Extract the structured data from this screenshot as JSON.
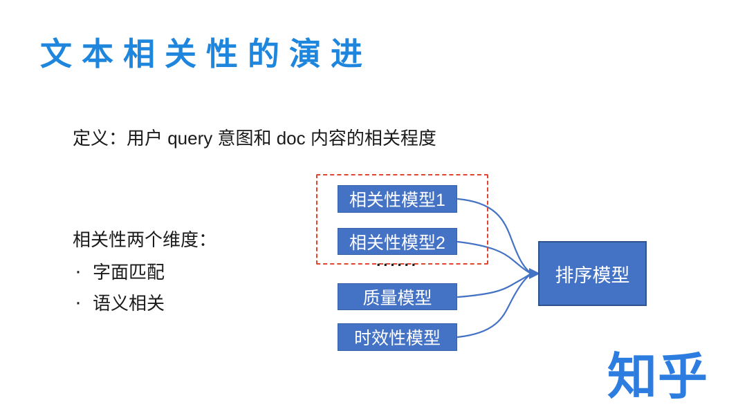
{
  "slide": {
    "title": "文本相关性的演进",
    "definition": "定义：用户 query 意图和 doc 内容的相关程度",
    "dimensions": {
      "heading": "相关性两个维度：",
      "bullet_glyph": "·",
      "bullets": [
        "字面匹配",
        "语义相关"
      ]
    },
    "diagram": {
      "grouped_models": [
        "相关性模型1",
        "相关性模型2"
      ],
      "ellipsis": "......",
      "quality_model": "质量模型",
      "timeliness_model": "时效性模型",
      "output_model": "排序模型"
    },
    "logo": "知乎",
    "colors": {
      "title_blue": "#1E86DC",
      "box_blue": "#4472C4",
      "box_border_blue": "#2F528F",
      "arrow_blue": "#4472C4",
      "dashed_red": "#E0442E",
      "logo_blue": "#2D7DE1",
      "text_black": "#1A1A1A"
    }
  }
}
